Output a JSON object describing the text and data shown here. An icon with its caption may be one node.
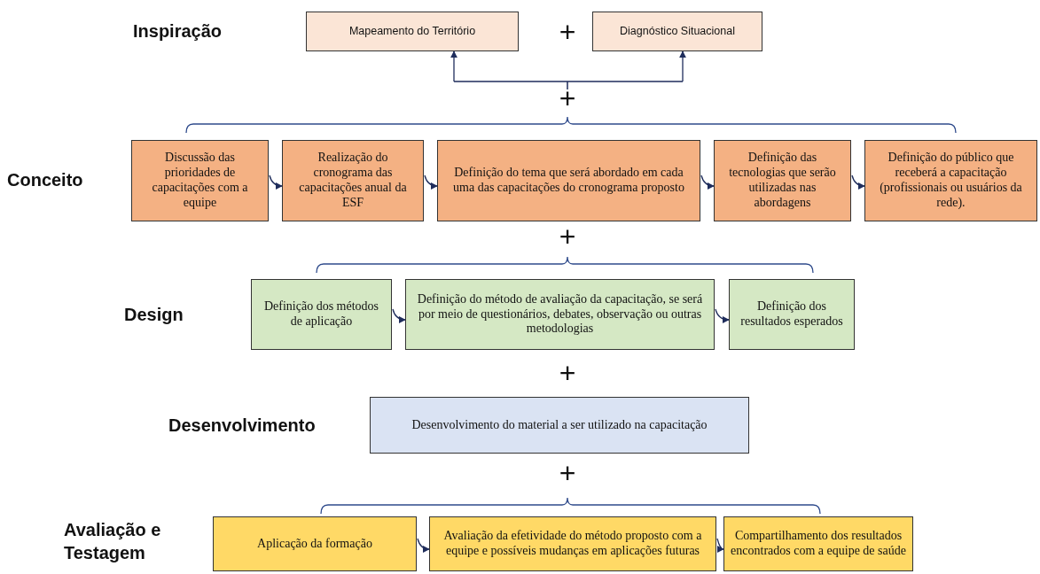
{
  "diagram": {
    "nodes": [
      {
        "text": [
          "Mapeamento do Território"
        ]
      },
      {
        "text": [
          "Diagnóstico Situacional"
        ]
      },
      {
        "text": [
          "Discussão das prioridades de capacitações com a equipe"
        ]
      },
      {
        "text": [
          "Realização do cronograma das capacitações anual da ESF"
        ]
      },
      {
        "text": [
          "Definição do tema que será abordado em cada uma das capacitações do cronograma proposto"
        ]
      },
      {
        "text": [
          "Definição das tecnologias que serão utilizadas nas abordagens"
        ]
      },
      {
        "text": [
          "Definição do público que receberá a capacitação (profissionais ou usuários da rede)."
        ]
      },
      {
        "text": [
          "Definição dos métodos de aplicação"
        ]
      },
      {
        "text": [
          "Definição do método de avaliação da capacitação, se será por meio de questionários, debates, observação ou outras metodologias"
        ]
      },
      {
        "text": [
          "Definição dos resultados esperados"
        ]
      },
      {
        "text": [
          "Desenvolvimento do material a ser utilizado na capacitação"
        ]
      },
      {
        "text": [
          "Aplicação da formação"
        ]
      },
      {
        "text": [
          "Avaliação da efetividade do método proposto com a equipe e possíveis mudanças em aplicações futuras"
        ]
      },
      {
        "text": [
          "Compartilhamento dos resultados encontrados com a equipe de saúde"
        ]
      }
    ],
    "edges": [
      {
        "from": null,
        "to": 0,
        "arrow": "to"
      },
      {
        "from": null,
        "to": 1,
        "arrow": "to"
      },
      {
        "from": 2,
        "to": 3,
        "arrow": "to"
      },
      {
        "from": 3,
        "to": 4,
        "arrow": "to"
      },
      {
        "from": 4,
        "to": 5,
        "arrow": "to"
      },
      {
        "from": 5,
        "to": 6,
        "arrow": "to"
      },
      {
        "from": 7,
        "to": 8,
        "arrow": "to"
      },
      {
        "from": 8,
        "to": 9,
        "arrow": "to"
      },
      {
        "from": 11,
        "to": 12,
        "arrow": "to"
      },
      {
        "from": 12,
        "to": 13,
        "arrow": "to"
      }
    ],
    "labels": [
      "Inspiração",
      "+",
      "+",
      "Conceito",
      "+",
      "Design",
      "+",
      "Desenvolvimento",
      "+",
      "Avaliação e Testagem"
    ]
  }
}
